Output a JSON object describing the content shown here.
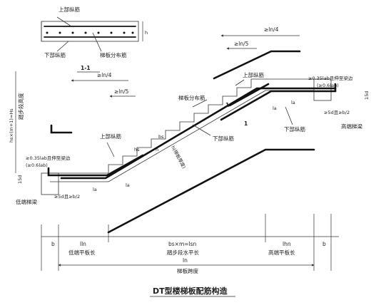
{
  "section": {
    "label": "1-1",
    "top_bar": "上部纵筋",
    "bottom_bar": "下部纵筋",
    "dist_bar": "梯板分布筋",
    "h": "h"
  },
  "callouts": {
    "upper_bar_top": "上部纵筋",
    "dist_bar_mid": "梯板分布筋",
    "lower_bar_mid": "下部纵筋",
    "lower_bar_right": "下部纵筋",
    "upper_bar_left": "上部纵筋",
    "step_height_label": "踏步段高度",
    "low_beam": "低端梯梁",
    "high_beam": "高端梯梁",
    "anchor_right": "≥0.35lab且伸至梁边",
    "anchor_right2": "(≥0.6lab)",
    "anchor_left": "≥0.35lab且伸至梁边",
    "anchor_left2": "(≥0.6lab)",
    "five_d_left": "≥5d且≥b/2",
    "five_d_right": "≥5d且≥b/2",
    "fifteen_d_left": "15d",
    "fifteen_d_right": "15d",
    "slab_thick": "h",
    "step_b": "bs",
    "step_h": "hs",
    "thick_vertical": "h(梯板厚度)",
    "section_mark": "1",
    "section_mark2": "1"
  },
  "dims": {
    "ln4_top": "≥ln/4",
    "ln5_top": "≥ln/5",
    "ln4_left": "≥ln/4",
    "ln5_left": "≥ln/5",
    "la": "la",
    "la2": "la",
    "la3": "la",
    "la4": "la",
    "height_expr": "hs×(m+1)=Hs",
    "b_left": "b",
    "lln": "lln",
    "step_run": "bs×m=lsn",
    "lhn": "lhn",
    "b_right": "b",
    "low_flat": "低端平板长",
    "step_flat": "踏步段水平长",
    "high_flat": "高端平板长",
    "ln": "ln",
    "slab_span": "梯板跨度"
  },
  "title": "DT型楼梯板配筋构造"
}
